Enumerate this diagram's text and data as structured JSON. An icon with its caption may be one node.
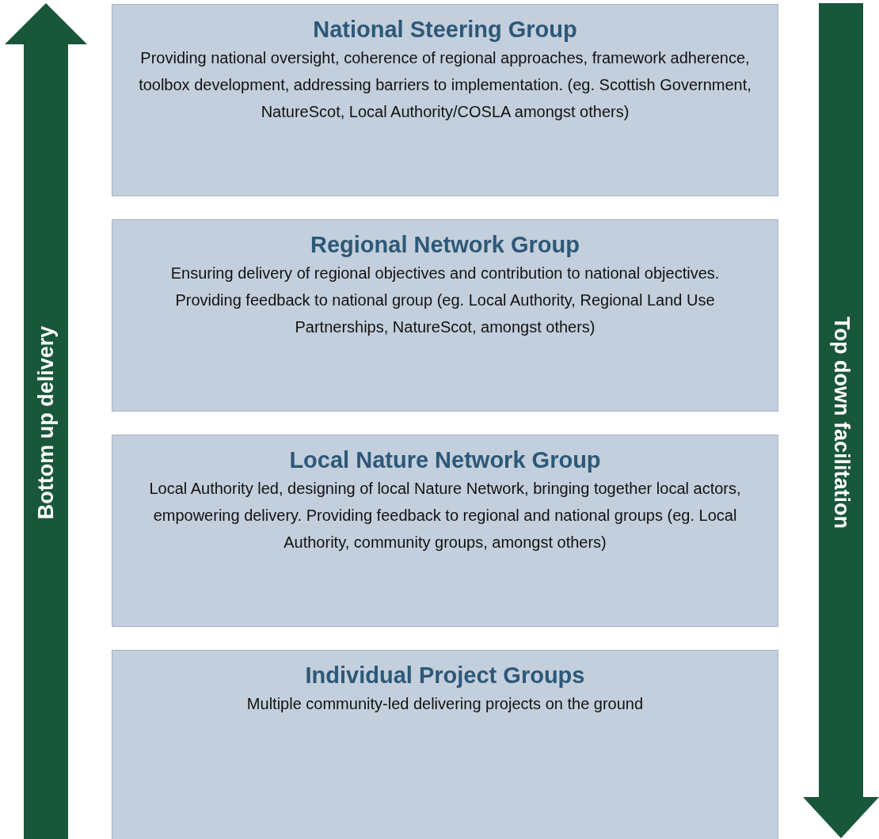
{
  "diagram": {
    "nodes": [
      {
        "text": [
          "National Steering Group",
          "Providing national oversight, coherence of regional approaches, framework adherence, toolbox development, addressing barriers to implementation. (eg. Scottish Government, NatureScot, Local Authority/COSLA amongst others)"
        ]
      },
      {
        "text": [
          "Regional Network Group",
          "Ensuring delivery of regional objectives and contribution to national objectives. Providing feedback to national group (eg. Local Authority, Regional Land Use Partnerships, NatureScot, amongst others)"
        ]
      },
      {
        "text": [
          "Local Nature Network Group",
          "Local Authority led, designing of local Nature Network, bringing together local actors, empowering delivery. Providing feedback to regional and national groups (eg. Local Authority, community groups,  amongst others)"
        ]
      },
      {
        "text": [
          "Individual Project Groups",
          "Multiple community-led delivering projects on the ground"
        ]
      },
      {
        "text": [
          "Bottom up delivery"
        ]
      },
      {
        "text": [
          "Top down facilitation"
        ]
      }
    ]
  }
}
